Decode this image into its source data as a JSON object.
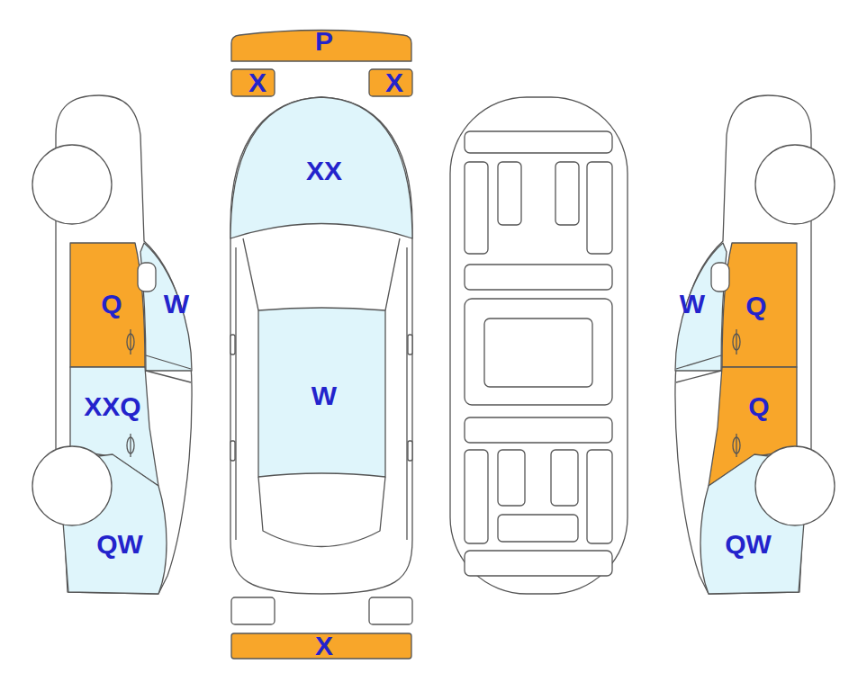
{
  "diagram": {
    "labels": [
      "P",
      "X",
      "X",
      "XX",
      "Q",
      "W",
      "W",
      "Q",
      "W",
      "XXQ",
      "Q",
      "QW",
      "QW",
      "X"
    ]
  }
}
